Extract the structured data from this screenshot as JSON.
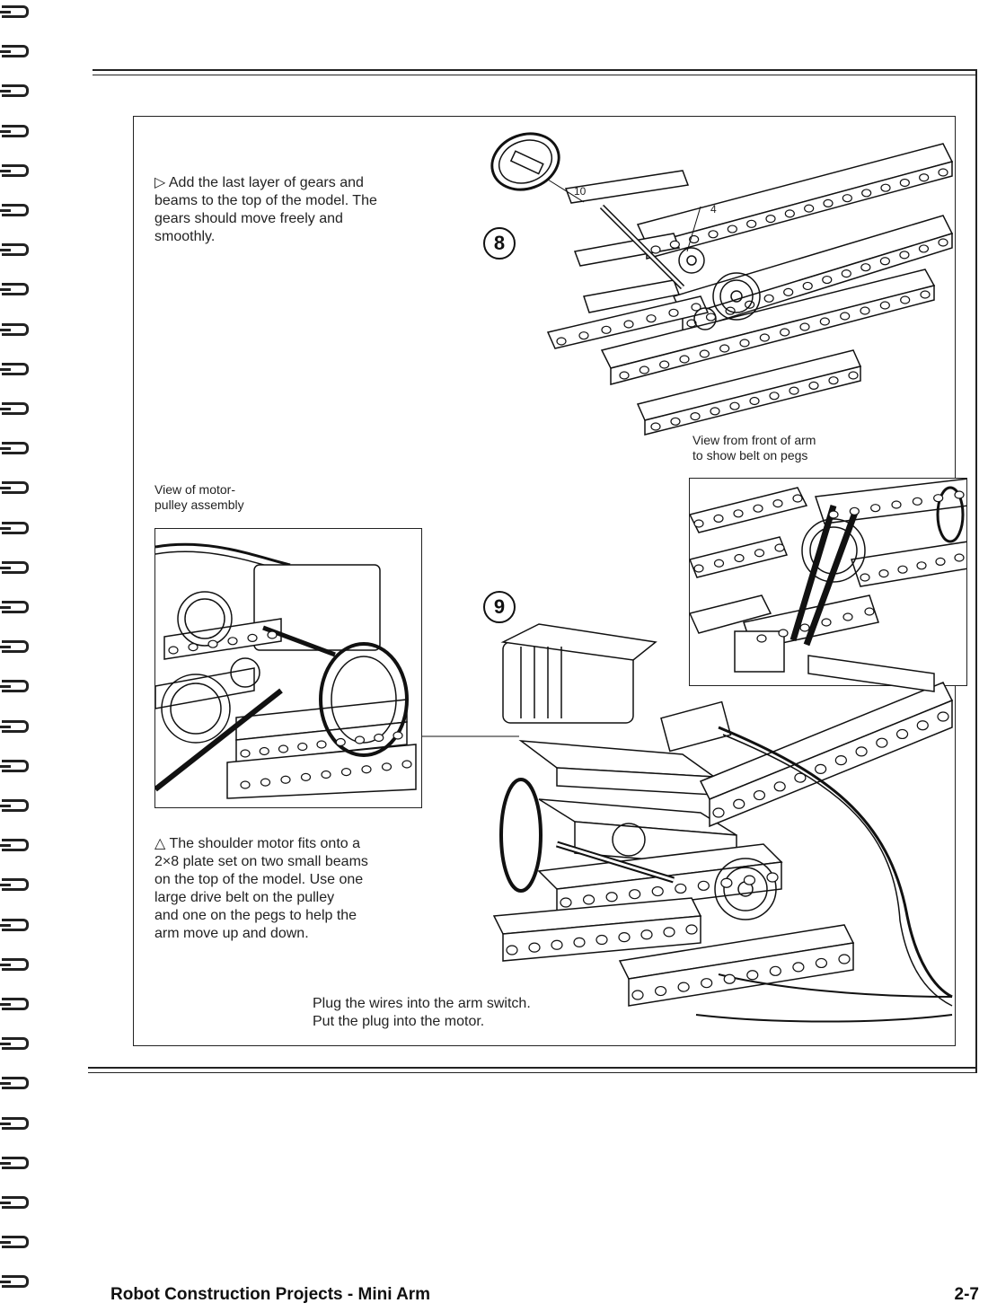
{
  "step8": {
    "number": "8",
    "instruction": "▷ Add the last layer of gears and\nbeams to the top of the model. The\ngears should move freely and\nsmoothly.",
    "callout_10": "10",
    "callout_4": "4",
    "caption_front_view": "View from front of arm\nto show belt on pegs"
  },
  "motor_pulley": {
    "caption": "View of motor-\npulley assembly"
  },
  "step9": {
    "number": "9",
    "instruction": "△  The shoulder motor fits onto a\n2×8 plate set on two small beams\non the top of the model. Use one\nlarge drive belt on the pulley\nand one on the pegs to help the\narm move up and down.",
    "plug_text": "Plug the wires into the arm switch.\nPut the plug into the motor."
  },
  "footer": {
    "title": "Robot Construction Projects - Mini Arm",
    "page_number": "2-7"
  }
}
